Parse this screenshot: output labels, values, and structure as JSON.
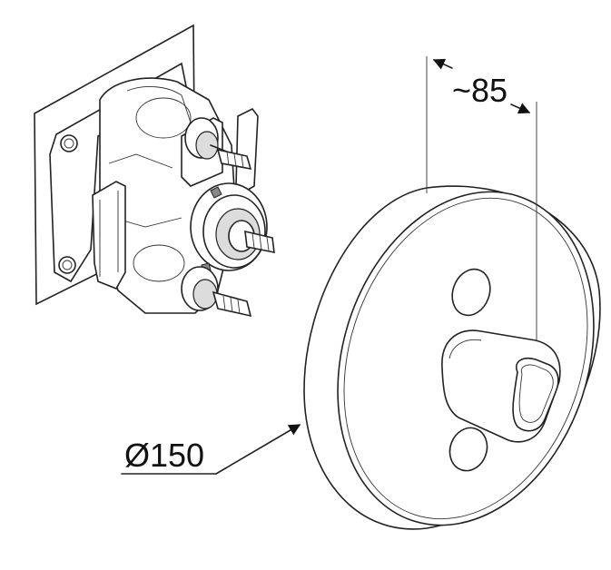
{
  "dimensions": {
    "depth_label": "~85",
    "diameter_label": "Ø150"
  },
  "colors": {
    "line": "#222222",
    "background": "#ffffff"
  },
  "parts": {
    "valve_body": "concealed-valve-body",
    "cover_plate": "round-cover-plate",
    "knob": "control-knob"
  }
}
